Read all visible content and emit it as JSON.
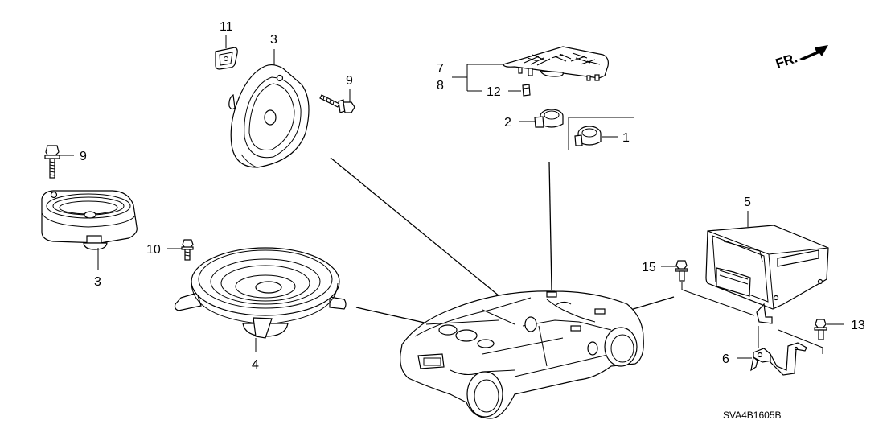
{
  "diagram": {
    "type": "exploded-parts-diagram",
    "subject": "Audio speakers and amplifier",
    "diagram_code": "SVA4B1605B",
    "direction_indicator": {
      "label": "FR.",
      "icon": "front-arrow-icon"
    },
    "callouts": [
      {
        "number": "1",
        "part": "tweeter-speaker-right"
      },
      {
        "number": "2",
        "part": "tweeter-speaker-left"
      },
      {
        "number": "3",
        "part": "door-speaker"
      },
      {
        "number": "3",
        "part": "door-speaker-rear"
      },
      {
        "number": "4",
        "part": "subwoofer-speaker"
      },
      {
        "number": "5",
        "part": "amplifier-unit"
      },
      {
        "number": "6",
        "part": "amplifier-bracket"
      },
      {
        "number": "7",
        "part": "speaker-grille"
      },
      {
        "number": "8",
        "part": "speaker-grille-alt"
      },
      {
        "number": "9",
        "part": "bolt"
      },
      {
        "number": "9",
        "part": "bolt-lower"
      },
      {
        "number": "10",
        "part": "bolt-subwoofer"
      },
      {
        "number": "11",
        "part": "grommet-clip"
      },
      {
        "number": "12",
        "part": "clip"
      },
      {
        "number": "13",
        "part": "bolt-bracket"
      },
      {
        "number": "15",
        "part": "bolt-amplifier"
      }
    ]
  },
  "labels": {
    "c1": "1",
    "c2": "2",
    "c3a": "3",
    "c3b": "3",
    "c4": "4",
    "c5": "5",
    "c6": "6",
    "c7": "7",
    "c8": "8",
    "c9a": "9",
    "c9b": "9",
    "c10": "10",
    "c11": "11",
    "c12": "12",
    "c13": "13",
    "c15": "15",
    "fr": "FR.",
    "code": "SVA4B1605B"
  }
}
